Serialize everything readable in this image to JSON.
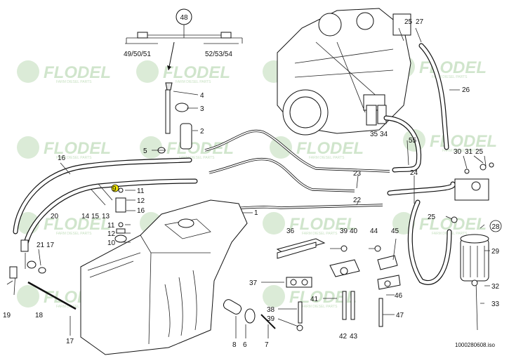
{
  "watermark": {
    "brand": "FLODEL",
    "tagline": "FARM DIESEL PARTS"
  },
  "drawing_ref": "1000280608.iso",
  "callouts": {
    "c48": "48",
    "c49": "49/50/51",
    "c52": "52/53/54",
    "c1": "1",
    "c2": "2",
    "c3": "3",
    "c4": "4",
    "c5": "5",
    "c6": "6",
    "c7": "7",
    "c8": "8",
    "c9": "9",
    "c10": "10",
    "c11a": "11",
    "c11b": "11",
    "c12a": "12",
    "c12b": "12",
    "c13": "13",
    "c14": "14",
    "c15": "15",
    "c16a": "16",
    "c16b": "16",
    "c17a": "17",
    "c17b": "17",
    "c18": "18",
    "c19": "19",
    "c20": "20",
    "c21": "21",
    "c22": "22",
    "c23": "23",
    "c24": "24",
    "c25a": "25",
    "c25b": "25",
    "c25c": "25",
    "c26": "26",
    "c27": "27",
    "c28": "28",
    "c29": "29",
    "c30": "30",
    "c31": "31",
    "c32": "32",
    "c33": "33",
    "c34": "34",
    "c35": "35",
    "c36": "36",
    "c37": "37",
    "c38": "38",
    "c39a": "39",
    "c39b": "39",
    "c40": "40",
    "c41": "41",
    "c42": "42",
    "c43": "43",
    "c44": "44",
    "c45": "45",
    "c46": "46",
    "c47": "47",
    "c55": "55"
  },
  "colors": {
    "highlight": "#f2e600",
    "watermark": "#5aa64a",
    "line": "#111111"
  }
}
